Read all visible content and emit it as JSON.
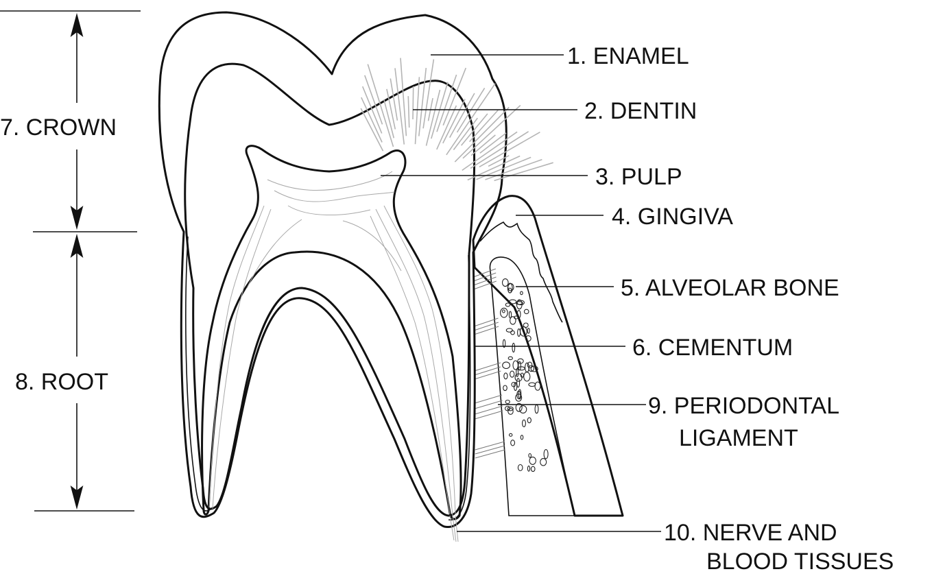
{
  "diagram": {
    "labels": {
      "enamel": "1. ENAMEL",
      "dentin": "2. DENTIN",
      "pulp": "3. PULP",
      "gingiva": "4. GINGIVA",
      "alveolar_bone": "5. ALVEOLAR BONE",
      "cementum": "6. CEMENTUM",
      "crown": "7. CROWN",
      "root": "8. ROOT",
      "periodontal_line1": "9. PERIODONTAL",
      "periodontal_line2": "LIGAMENT",
      "nerve_line1": "10. NERVE AND",
      "nerve_line2": "BLOOD TISSUES"
    },
    "colors": {
      "enamel": "#f7f7f7",
      "dentin": "#dcdcdc",
      "pulp": "#f5f5f5",
      "gingiva": "#ffffff",
      "outline": "#111111"
    }
  }
}
